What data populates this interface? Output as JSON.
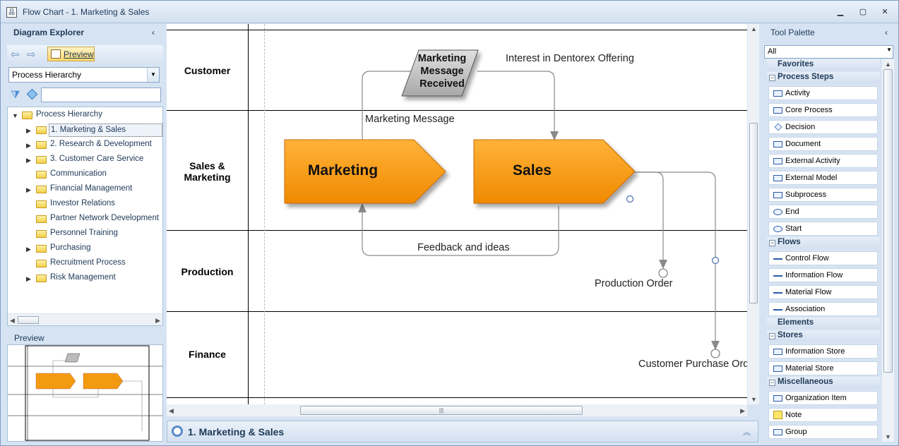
{
  "window": {
    "title": "Flow Chart - 1. Marketing & Sales"
  },
  "explorer": {
    "title": "Diagram Explorer",
    "preview_label": "Preview",
    "combo_value": "Process Hierarchy",
    "tree": [
      {
        "label": "Process Hierarchy",
        "depth": 0,
        "expander": "open"
      },
      {
        "label": "1. Marketing & Sales",
        "depth": 1,
        "expander": "closed",
        "selected": true
      },
      {
        "label": "2. Research & Development",
        "depth": 1,
        "expander": "closed"
      },
      {
        "label": "3. Customer Care Service",
        "depth": 1,
        "expander": "closed"
      },
      {
        "label": "Communication",
        "depth": 1,
        "expander": "none"
      },
      {
        "label": "Financial Management",
        "depth": 1,
        "expander": "closed"
      },
      {
        "label": "Investor Relations",
        "depth": 1,
        "expander": "none"
      },
      {
        "label": "Partner Network Development",
        "depth": 1,
        "expander": "none"
      },
      {
        "label": "Personnel Training",
        "depth": 1,
        "expander": "none"
      },
      {
        "label": "Purchasing",
        "depth": 1,
        "expander": "closed"
      },
      {
        "label": "Recruitment Process",
        "depth": 1,
        "expander": "none"
      },
      {
        "label": "Risk Management",
        "depth": 1,
        "expander": "closed"
      }
    ],
    "preview_title": "Preview"
  },
  "diagram": {
    "lanes": [
      "Customer",
      "Sales & Marketing",
      "Production",
      "Finance"
    ],
    "shapes": {
      "message": "Marketing Message Received",
      "marketing": "Marketing",
      "sales": "Sales"
    },
    "labels": {
      "interest": "Interest in Dentorex Offering",
      "marketing_message": "Marketing Message",
      "feedback": "Feedback and ideas",
      "production_order": "Production Order",
      "customer_purchase": "Customer Purchase Ord"
    },
    "colors": {
      "process_fill_top": "#ffb23a",
      "process_fill_bottom": "#f08a00",
      "message_fill": "#c8c8c8"
    }
  },
  "bottom_bar": {
    "title": "1. Marketing & Sales"
  },
  "palette": {
    "title": "Tool Palette",
    "filter": "All",
    "groups": [
      {
        "name": "Favorites",
        "items": [],
        "expander": "none"
      },
      {
        "name": "Process Steps",
        "expander": "open",
        "items": [
          "Activity",
          "Core Process",
          "Decision",
          "Document",
          "External Activity",
          "External Model",
          "Subprocess",
          "End",
          "Start"
        ]
      },
      {
        "name": "Flows",
        "expander": "open",
        "items": [
          "Control Flow",
          "Information Flow",
          "Material Flow",
          "Association"
        ]
      },
      {
        "name": "Elements",
        "items": [],
        "expander": "none"
      },
      {
        "name": "Stores",
        "expander": "open",
        "items": [
          "Information Store",
          "Material Store"
        ]
      },
      {
        "name": "Miscellaneous",
        "expander": "open",
        "items": [
          "Organization Item",
          "Note",
          "Group"
        ]
      }
    ]
  }
}
